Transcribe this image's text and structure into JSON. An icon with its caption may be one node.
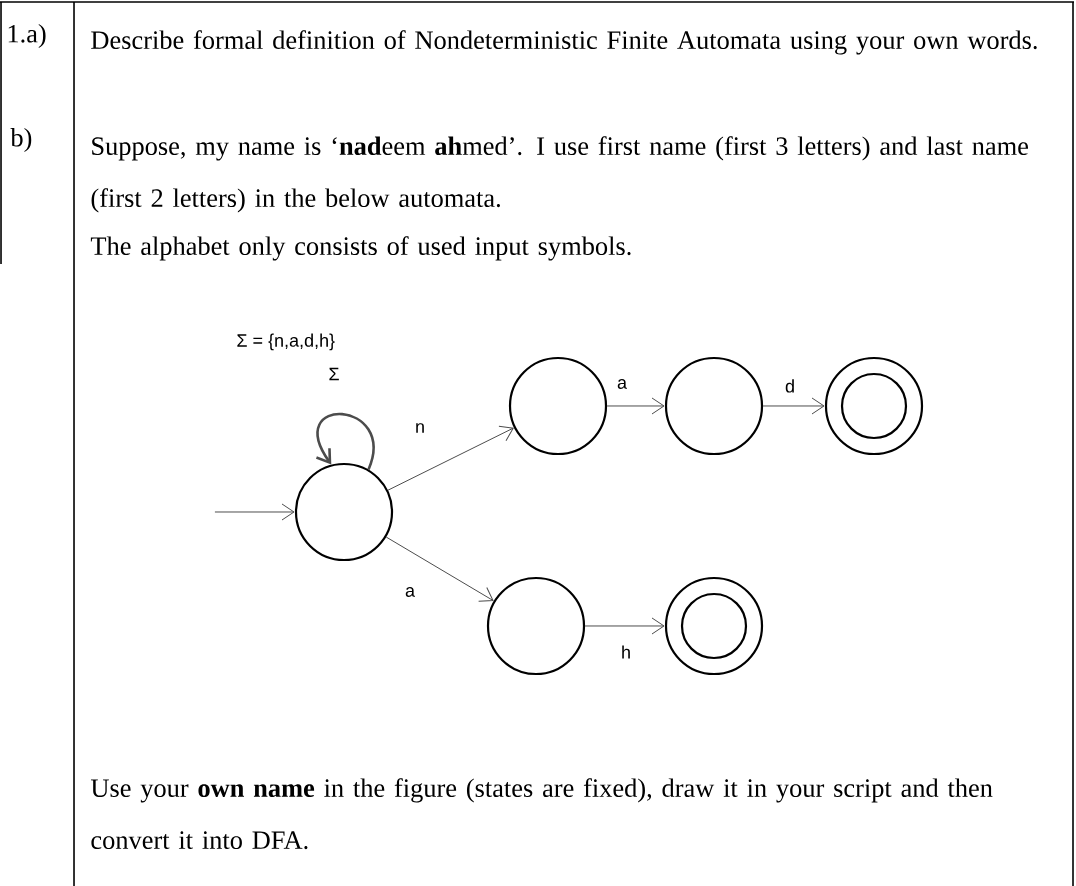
{
  "diagram": {
    "nodes": [
      {
        "text": [],
        "shape": "circle"
      },
      {
        "text": [],
        "shape": "circle"
      },
      {
        "text": [],
        "shape": "circle"
      },
      {
        "text": [],
        "shape": "double-circle"
      },
      {
        "text": [],
        "shape": "circle"
      },
      {
        "text": [],
        "shape": "double-circle"
      }
    ],
    "edges": [
      {
        "from": null,
        "to": 0,
        "arrow": "to"
      },
      {
        "from": 0,
        "to": 0,
        "arrow": "to",
        "label": "Σ"
      },
      {
        "from": 0,
        "to": 1,
        "arrow": "to",
        "label": "n"
      },
      {
        "from": 1,
        "to": 2,
        "arrow": "to",
        "label": "a"
      },
      {
        "from": 2,
        "to": 3,
        "arrow": "to",
        "label": "d"
      },
      {
        "from": 0,
        "to": 4,
        "arrow": "to",
        "label": "a"
      },
      {
        "from": 4,
        "to": 5,
        "arrow": "to",
        "label": "h"
      }
    ],
    "labels": [
      "1.a)",
      "Describe formal definition of Nondeterministic Finite Automata using your own words.",
      "b)",
      "Suppose, my name is ‘**nad**eem **ah**med’. I use first name (first 3 letters) and last name (first 2 letters) in the below automata.",
      "The alphabet only consists of used input symbols.",
      "Σ = {n,a,d,h}",
      "Use your **own name** in the figure (states are fixed), draw it in your script and then convert it into DFA."
    ]
  }
}
